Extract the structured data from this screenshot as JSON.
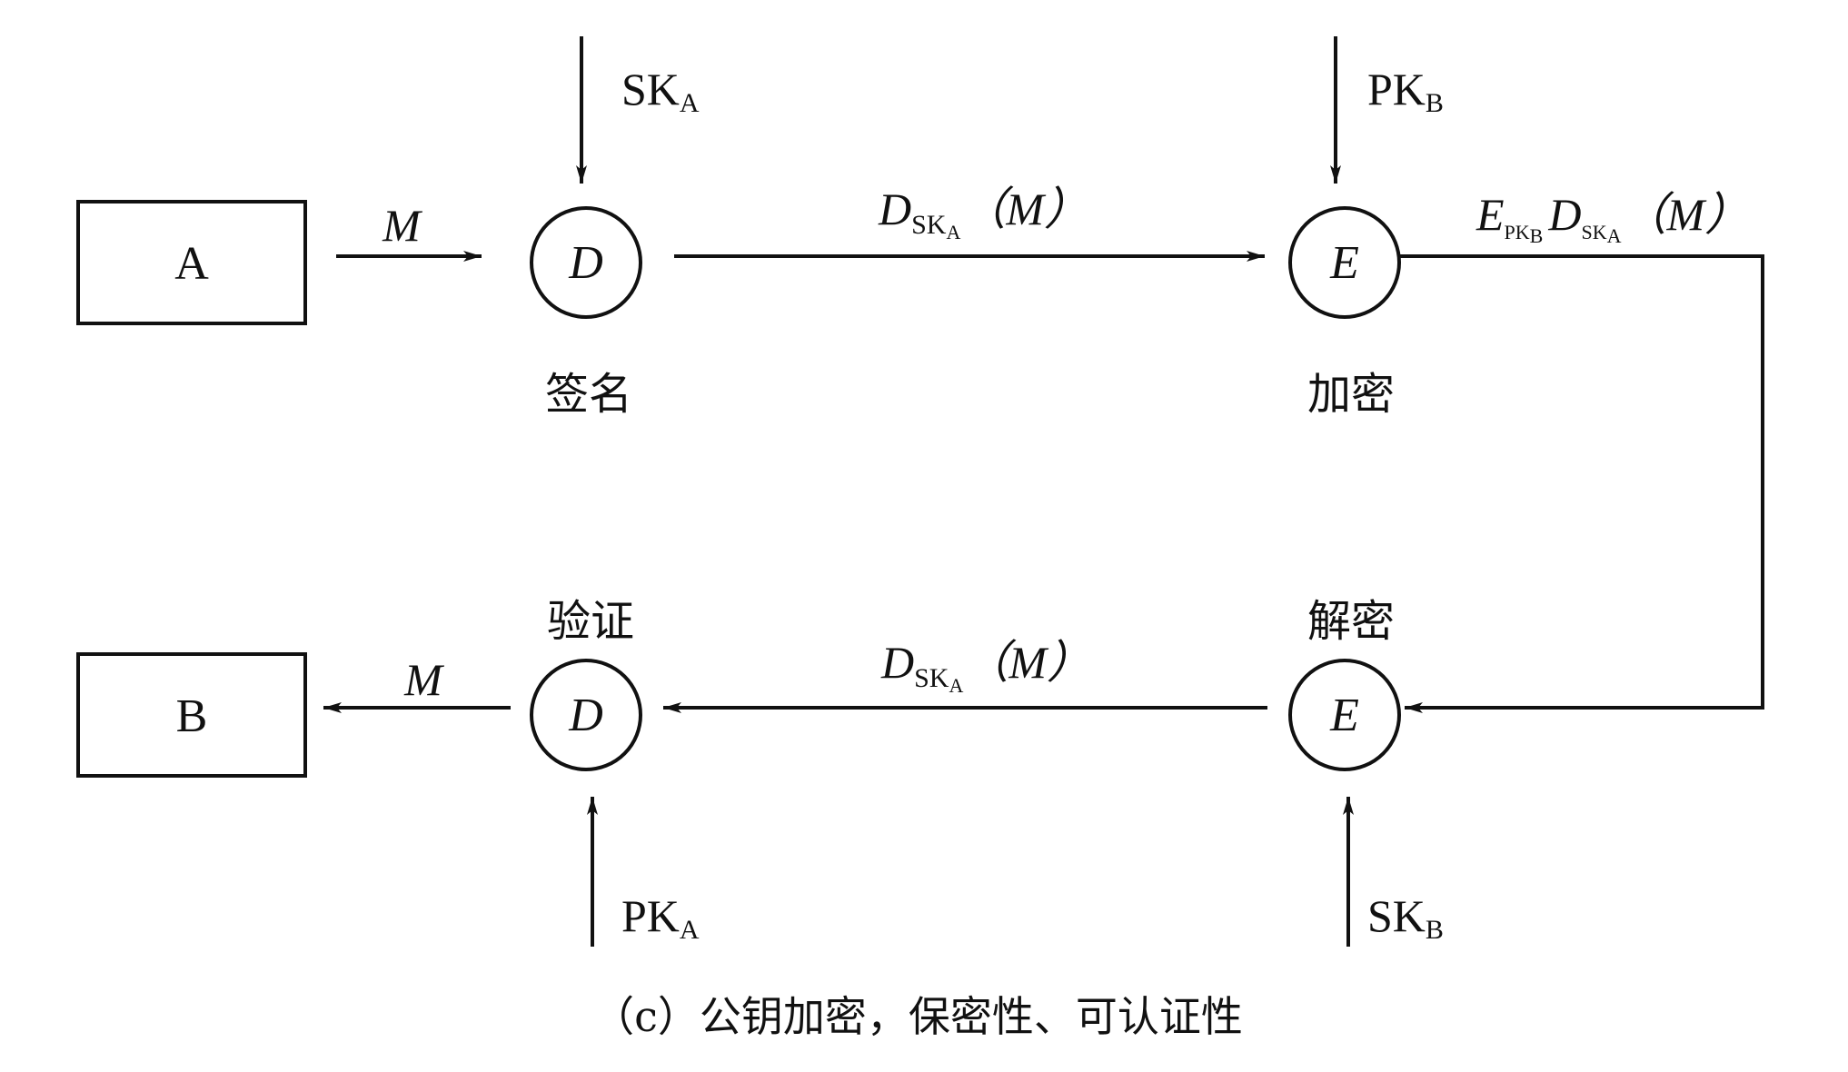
{
  "boxes": {
    "a": "A",
    "b": "B"
  },
  "nodes": {
    "sign": {
      "symbol": "D",
      "label": "签名"
    },
    "encrypt": {
      "symbol": "E",
      "label": "加密"
    },
    "decrypt": {
      "symbol": "E",
      "label": "解密"
    },
    "verify": {
      "symbol": "D",
      "label": "验证"
    }
  },
  "keys": {
    "sk_a": {
      "base": "SK",
      "sub": "A"
    },
    "pk_b": {
      "base": "PK",
      "sub": "B"
    },
    "pk_a": {
      "base": "PK",
      "sub": "A"
    },
    "sk_b": {
      "base": "SK",
      "sub": "B"
    }
  },
  "edges": {
    "m_in": "M",
    "m_out": "M",
    "d_sym": "D",
    "e_sym": "E",
    "sk": "SK",
    "pk": "PK",
    "a_sub": "A",
    "b_sub": "B",
    "paren_m": "（M）"
  },
  "caption": "（c）公钥加密，保密性、可认证性"
}
